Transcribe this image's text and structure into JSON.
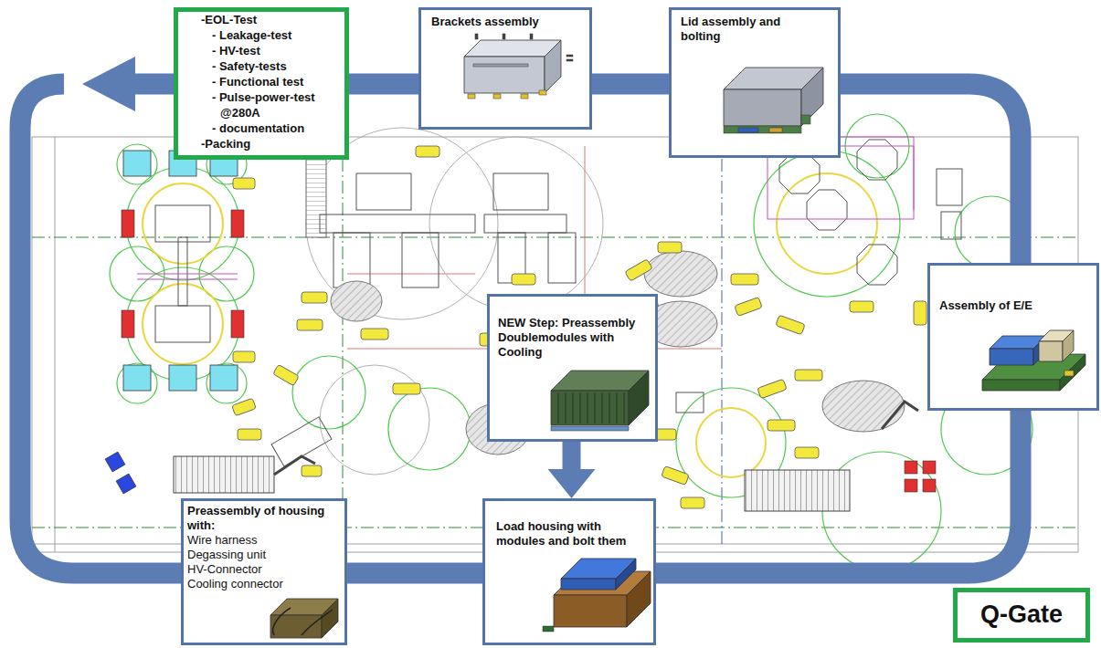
{
  "diagram": {
    "nodes": [
      {
        "text": [
          "-EOL-Test",
          "- Leakage-test",
          "- HV-test",
          "- Safety-tests",
          "- Functional test",
          "- Pulse-power-test @280A",
          "- documentation",
          "-Packing"
        ]
      },
      {
        "text": [
          "Brackets assembly"
        ]
      },
      {
        "text": [
          "Lid assembly and bolting"
        ]
      },
      {
        "text": [
          "Assembly of E/E"
        ]
      },
      {
        "text": [
          "NEW Step: Preassembly Doublemodules with Cooling"
        ]
      },
      {
        "text": [
          "Load housing with modules and bolt them"
        ]
      },
      {
        "text": [
          "Preassembly of housing with:",
          "Wire harness",
          "Degassing unit",
          "HV-Connector",
          "Cooling connector"
        ]
      },
      {
        "text": [
          "Q-Gate"
        ]
      }
    ],
    "edges": [
      {
        "from": 4,
        "to": 5,
        "arrow": "to"
      }
    ]
  }
}
